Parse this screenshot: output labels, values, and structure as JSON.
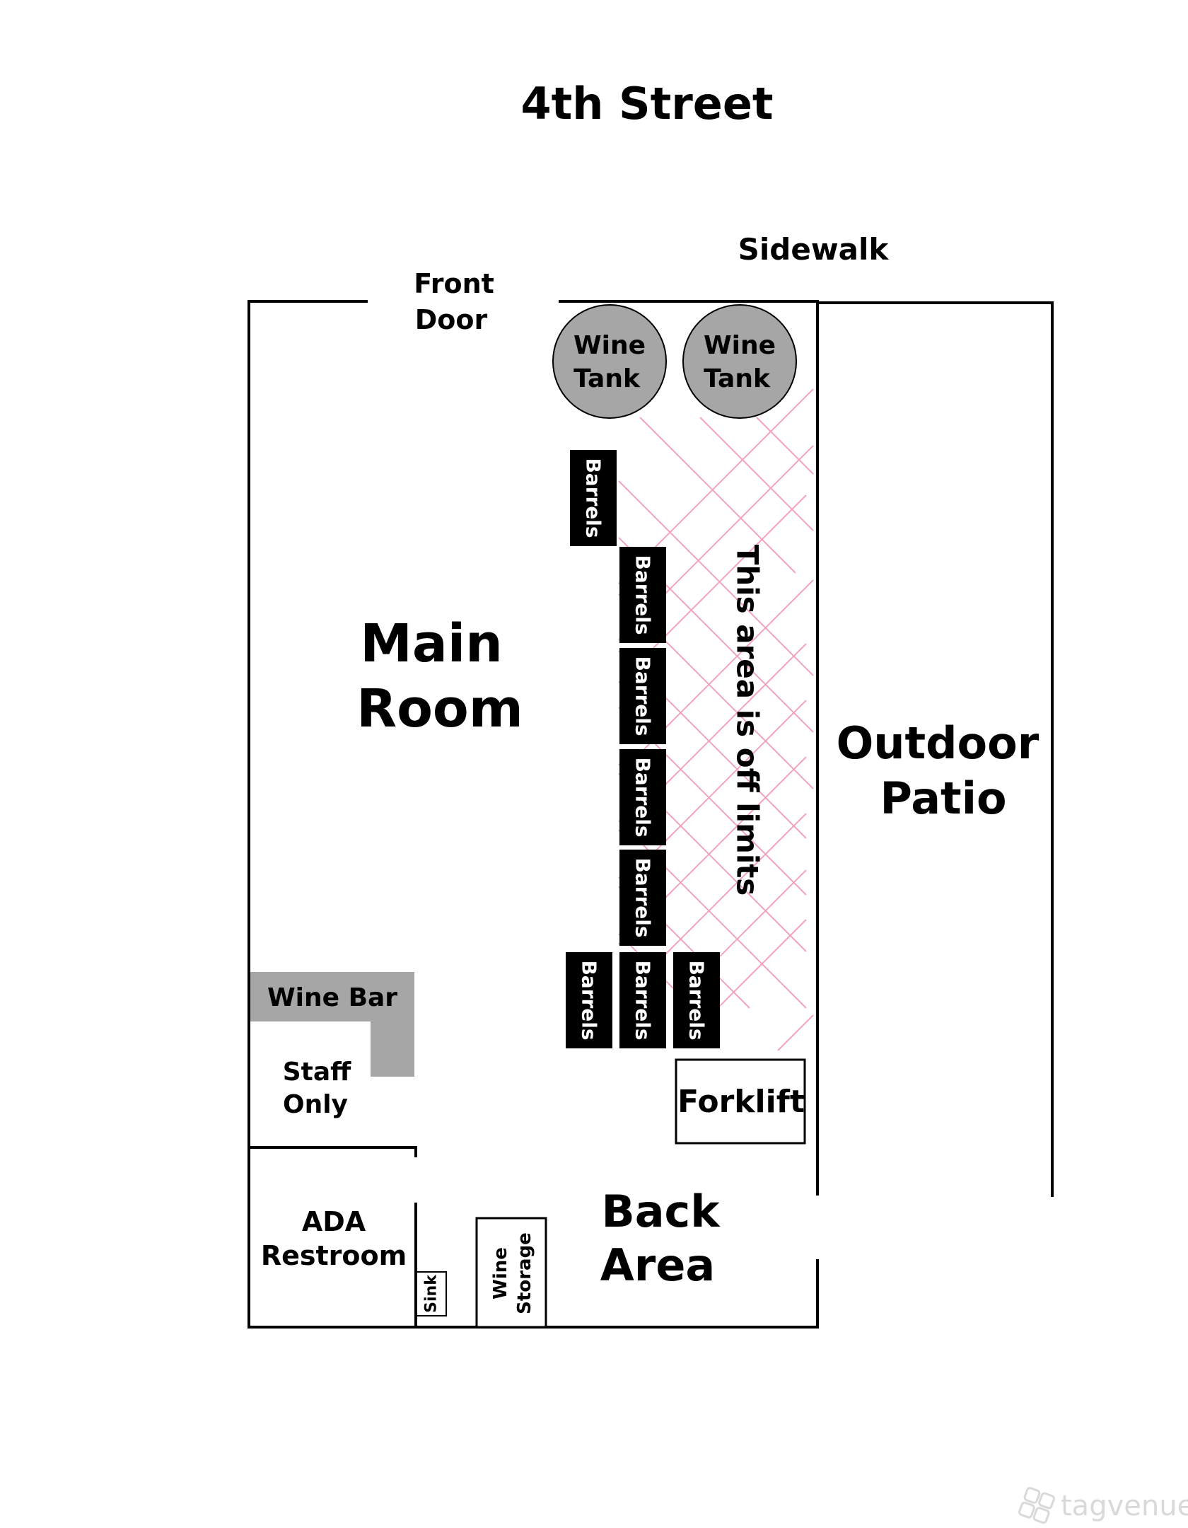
{
  "labels": {
    "street": "4th Street",
    "sidewalk": "Sidewalk",
    "front_door_1": "Front",
    "front_door_2": "Door",
    "main_room_1": "Main",
    "main_room_2": "Room",
    "outdoor_patio_1": "Outdoor",
    "outdoor_patio_2": "Patio",
    "off_limits": "This area is off limits",
    "wine_tank": "Wine",
    "tank": "Tank",
    "barrels": "Barrels",
    "wine_bar": "Wine Bar",
    "staff_1": "Staff",
    "staff_2": "Only",
    "forklift": "Forklift",
    "ada_1": "ADA",
    "ada_2": "Restroom",
    "sink": "Sink",
    "wine_storage_1": "Wine",
    "wine_storage_2": "Storage",
    "back_area_1": "Back",
    "back_area_2": "Area",
    "watermark": "tagvenue"
  },
  "colors": {
    "wall": "#000000",
    "tank_fill": "#a6a6a6",
    "bar_fill": "#a6a6a6",
    "hatch": "#f4a3bc",
    "barrel": "#000000"
  }
}
